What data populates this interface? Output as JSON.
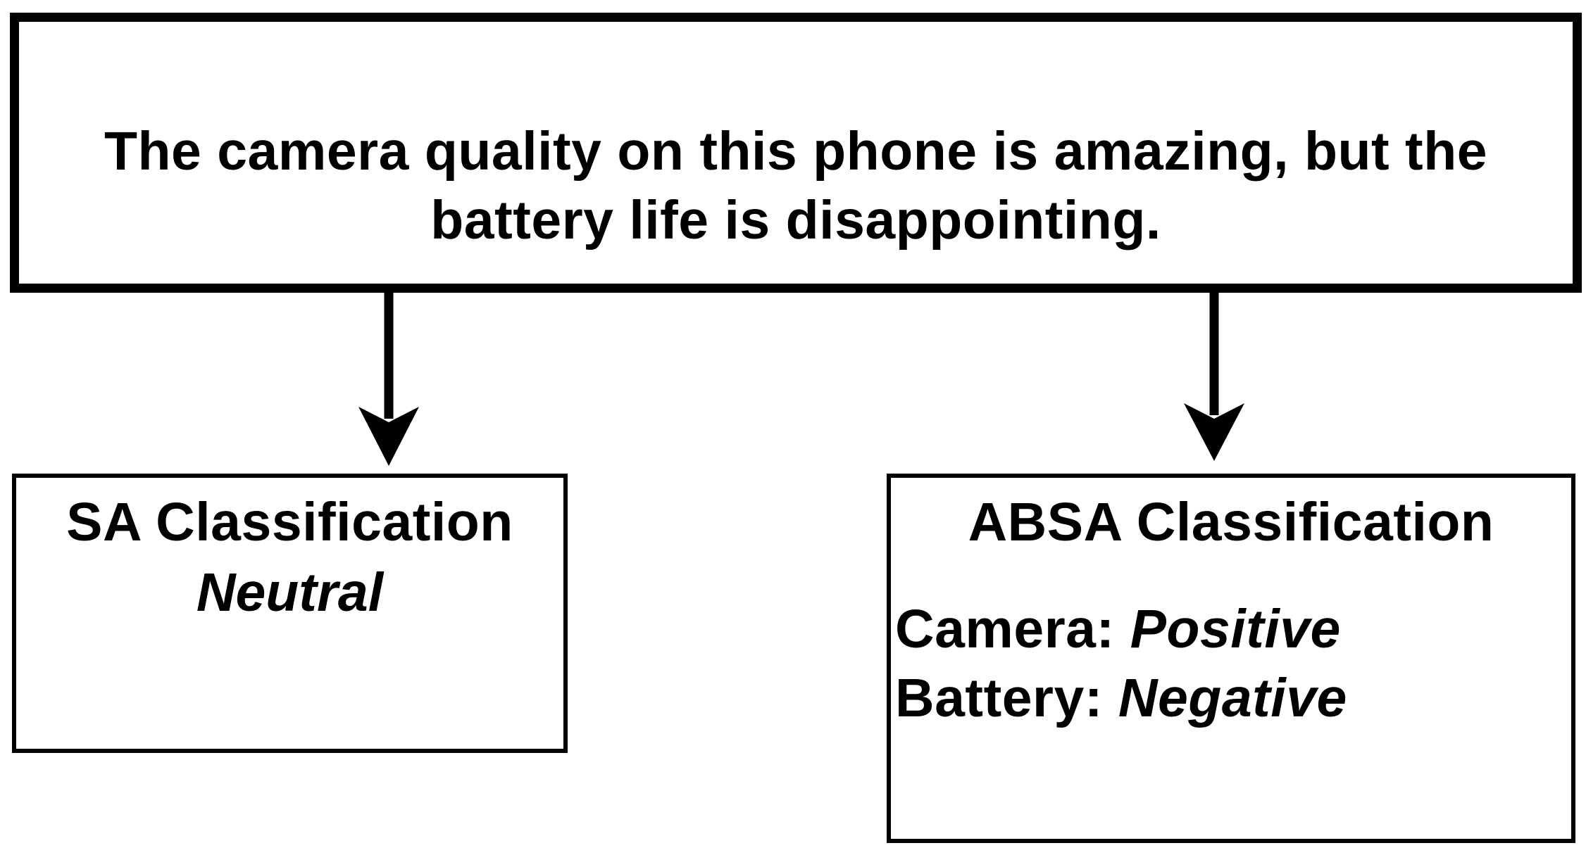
{
  "input": {
    "line1": "The camera quality on this phone is amazing, but the",
    "line2": "battery life is disappointing."
  },
  "sa": {
    "title": "SA Classification",
    "result": "Neutral"
  },
  "absa": {
    "title": "ABSA Classification",
    "aspects": [
      {
        "aspect": "Camera:",
        "sentiment": "Positive"
      },
      {
        "aspect": "Battery:",
        "sentiment": "Negative"
      }
    ]
  },
  "colors": {
    "stroke": "#000000",
    "background": "#ffffff"
  }
}
